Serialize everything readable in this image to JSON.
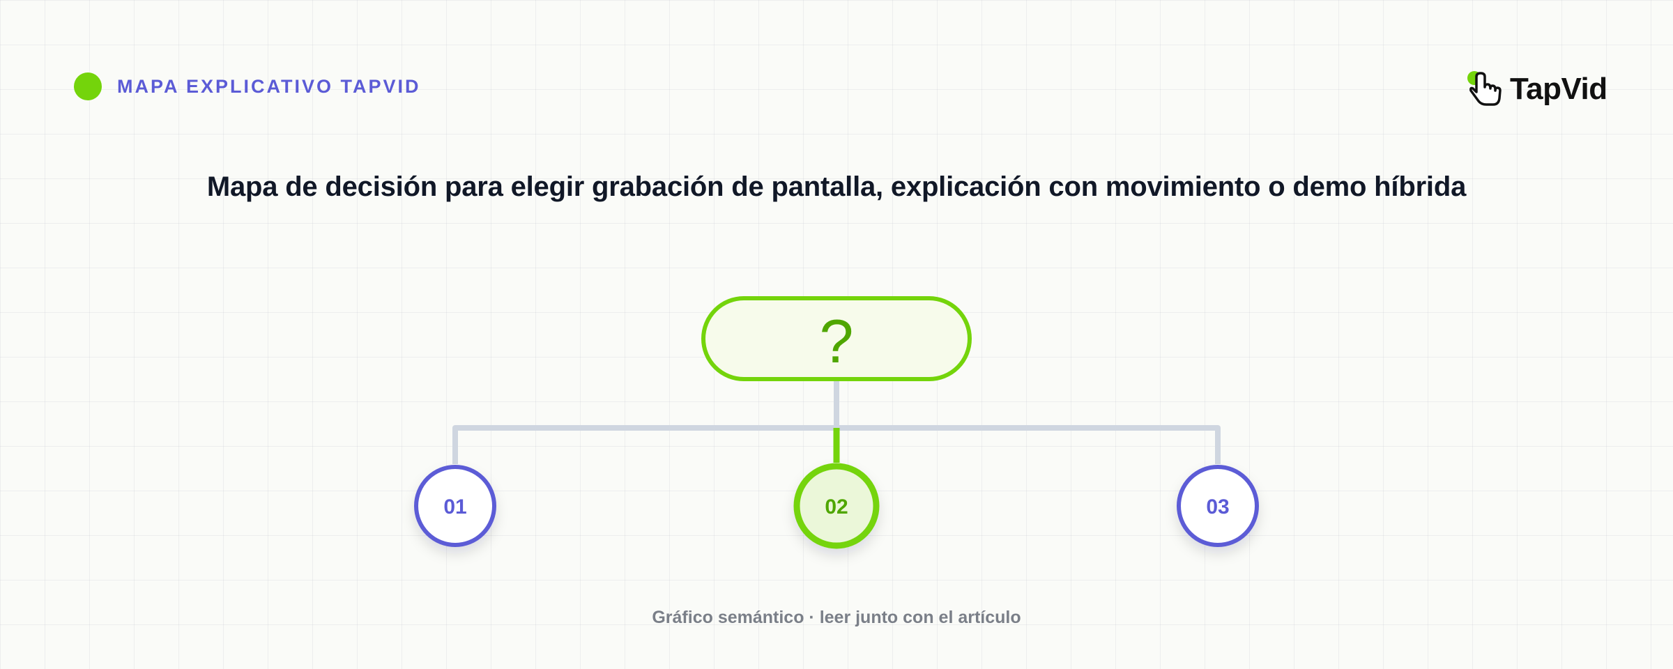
{
  "header": {
    "tag_label": "MAPA EXPLICATIVO TAPVID",
    "brand": "TapVid"
  },
  "title": "Mapa de decisión para elegir grabación de pantalla, explicación con movimiento o demo híbrida",
  "diagram": {
    "root_symbol": "?",
    "options": [
      {
        "label": "01",
        "highlighted": false
      },
      {
        "label": "02",
        "highlighted": true
      },
      {
        "label": "03",
        "highlighted": false
      }
    ]
  },
  "caption": "Gráfico semántico · leer junto con el artículo",
  "colors": {
    "accent_green": "#74d40b",
    "dark_green": "#4fa600",
    "indigo": "#5b5bd6",
    "connector_gray": "#cfd6e0",
    "background": "#fafbf8"
  },
  "icons": {
    "tag_marker": "green-dot-icon",
    "brand_mark": "pointing-hand-cursor-icon"
  }
}
